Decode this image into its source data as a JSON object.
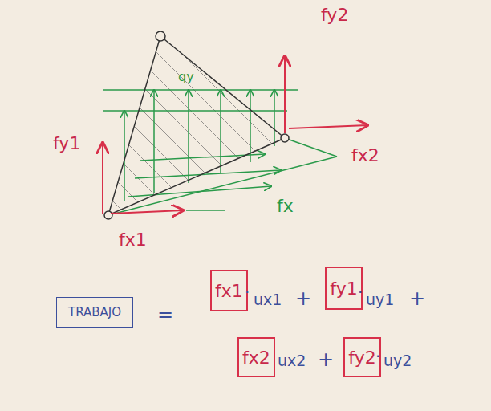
{
  "diagram": {
    "nodes": [
      {
        "text": [
          "TRABAJO"
        ]
      },
      {
        "text": [
          "fx1"
        ]
      },
      {
        "text": [
          "fy1"
        ]
      },
      {
        "text": [
          "fx2"
        ]
      },
      {
        "text": [
          "fy2"
        ]
      }
    ],
    "labels": [
      "fy2",
      "qy",
      "fy1",
      "fx2",
      "fx",
      "fx1",
      "=",
      "·",
      "ux1",
      "+",
      "·",
      "uy1",
      "+",
      "ux2",
      "+",
      "·",
      "uy2"
    ]
  }
}
